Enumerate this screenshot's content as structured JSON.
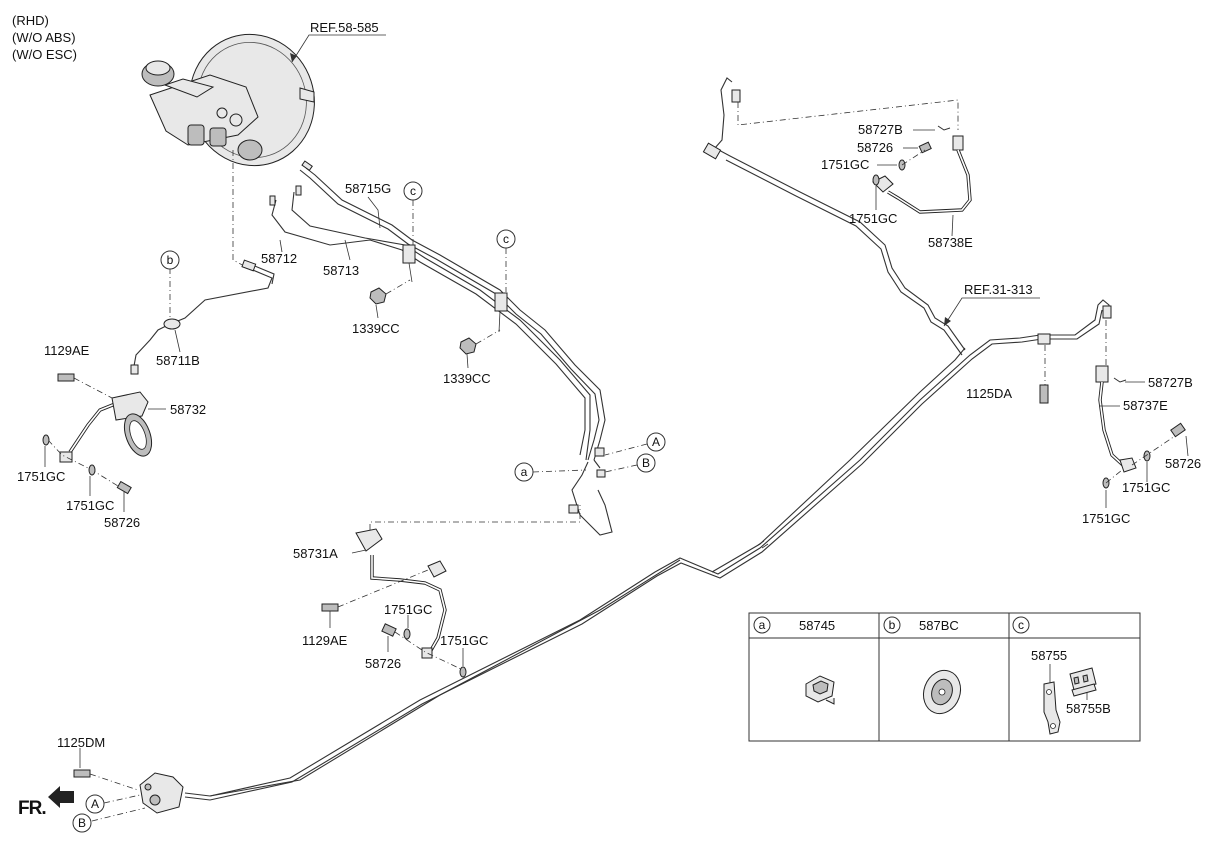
{
  "notes": [
    "(RHD)",
    "(W/O ABS)",
    "(W/O ESC)"
  ],
  "refs": {
    "booster": "REF.58-585",
    "axle": "REF.31-313"
  },
  "direction_label": "FR.",
  "circle_markers": {
    "a": "a",
    "b": "b",
    "c": "c",
    "A": "A",
    "B": "B"
  },
  "part_labels": {
    "p58715G": "58715G",
    "p58712": "58712",
    "p58713": "58713",
    "p1339CC_1": "1339CC",
    "p1339CC_2": "1339CC",
    "p58711B": "58711B",
    "p1129AE_1": "1129AE",
    "p58732": "58732",
    "p1751GC_l1": "1751GC",
    "p1751GC_l2": "1751GC",
    "p58726_l": "58726",
    "p58731A": "58731A",
    "p1129AE_2": "1129AE",
    "p1751GC_m1": "1751GC",
    "p1751GC_m2": "1751GC",
    "p58726_m": "58726",
    "p1125DM": "1125DM",
    "p58727B_1": "58727B",
    "p58726_t": "58726",
    "p1751GC_t1": "1751GC",
    "p1751GC_t2": "1751GC",
    "p58738E": "58738E",
    "p1125DA": "1125DA",
    "p58727B_2": "58727B",
    "p58737E": "58737E",
    "p58726_r": "58726",
    "p1751GC_r1": "1751GC",
    "p1751GC_r2": "1751GC"
  },
  "legend": {
    "a": {
      "marker": "a",
      "part": "58745"
    },
    "b": {
      "marker": "b",
      "part": "587BC"
    },
    "c": {
      "marker": "c",
      "parts": [
        "58755",
        "58755B"
      ]
    }
  }
}
